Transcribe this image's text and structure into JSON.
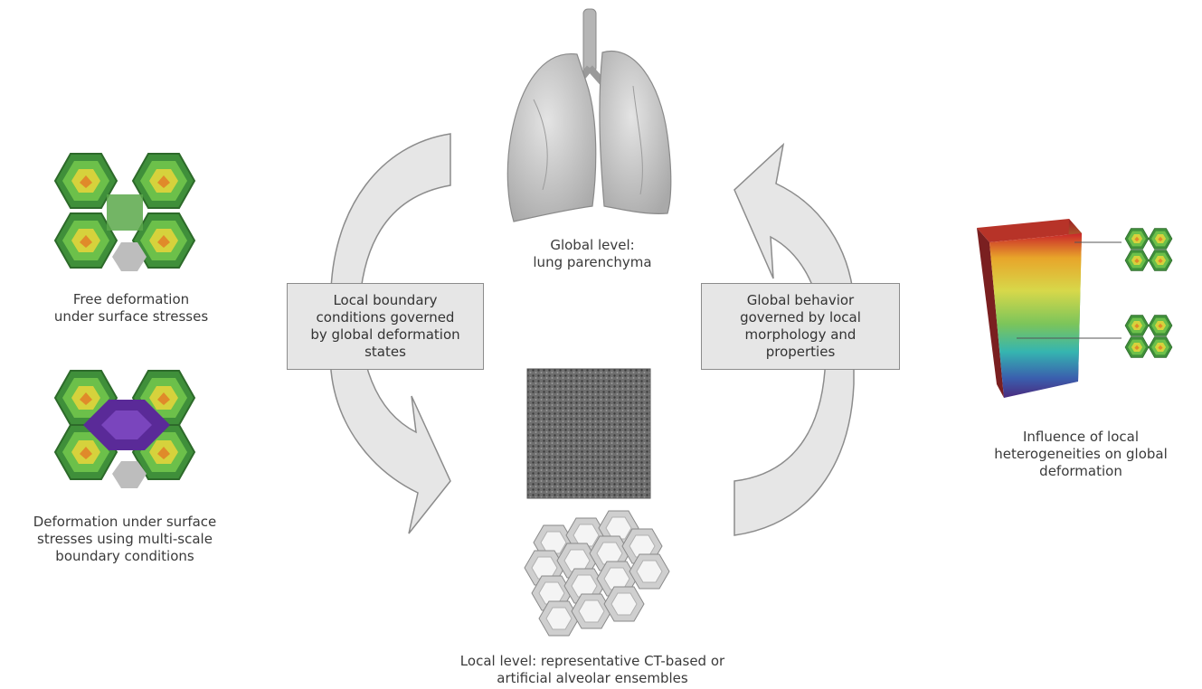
{
  "center_top_caption": [
    "Global level:",
    "lung parenchyma"
  ],
  "center_bottom_caption": [
    "Local level: representative CT-based or",
    "artificial alveolar ensembles"
  ],
  "left_box": [
    "Local boundary",
    "conditions governed",
    "by global deformation",
    "states"
  ],
  "right_box": [
    "Global behavior",
    "governed by local",
    "morphology and",
    "properties"
  ],
  "left_top_caption": [
    "Free deformation",
    "under surface stresses"
  ],
  "left_bottom_caption": [
    "Deformation under surface",
    "stresses using multi-scale",
    "boundary conditions"
  ],
  "right_caption": [
    "Influence of local",
    "heterogeneities on global",
    "deformation"
  ]
}
